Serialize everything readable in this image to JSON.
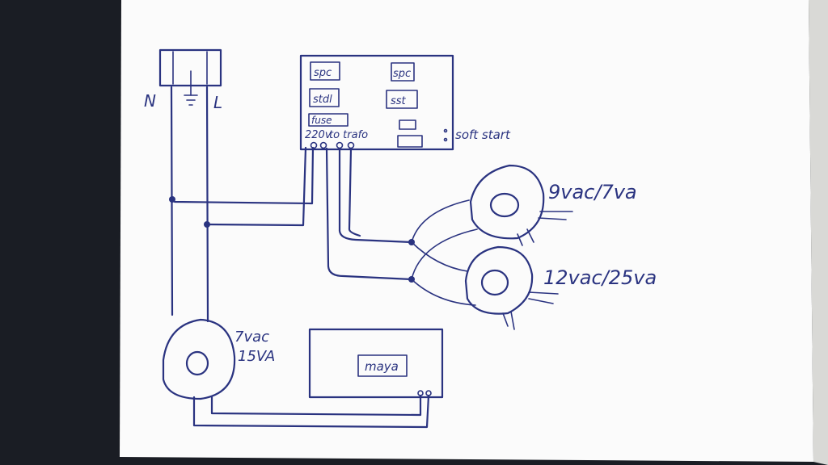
{
  "terminal": {
    "neutral": "N",
    "line": "L"
  },
  "controller": {
    "top_left_box": "spc",
    "top_right_box": "spc",
    "mid_left_box": "stdl",
    "mid_right_box": "sst",
    "fuse_box": "fuse",
    "supply_label": "220v",
    "trafo_label": "to trafo",
    "softstart_label": "soft start"
  },
  "transformers": [
    {
      "label": "9vac/7va"
    },
    {
      "label": "12vac/25va"
    },
    {
      "label_line1": "7vac",
      "label_line2": "15VA"
    }
  ],
  "board": {
    "label": "maya"
  },
  "colors": {
    "ink": "#2a3380",
    "paper": "#fbfbfb",
    "background": "#1a1d24"
  }
}
